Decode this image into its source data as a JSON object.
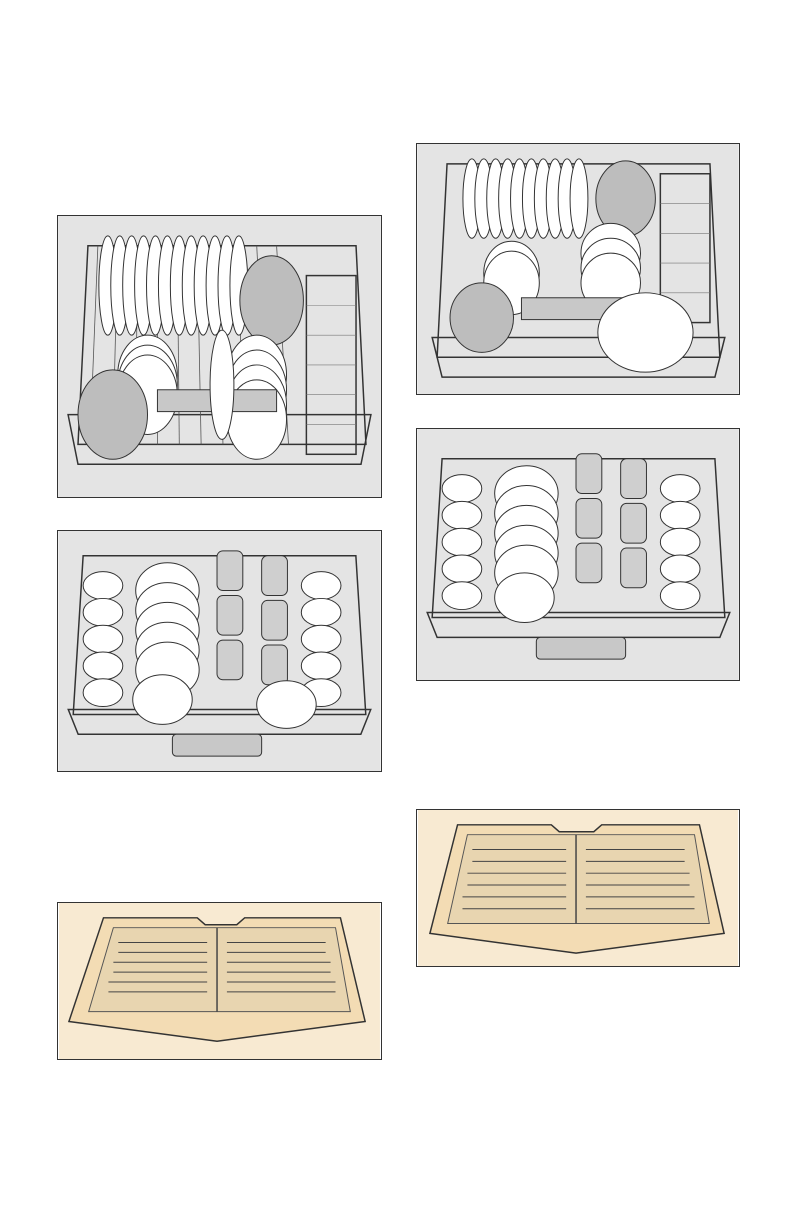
{
  "figures": [
    {
      "id": "fig-lower-a",
      "kind": "lower-rack",
      "illustration": "loaded-lower-rack-variant-a"
    },
    {
      "id": "fig-upper-a",
      "kind": "upper-rack",
      "illustration": "loaded-upper-rack-variant-a"
    },
    {
      "id": "fig-tray-a",
      "kind": "cutlery-tray",
      "illustration": "loaded-cutlery-tray-variant-a"
    },
    {
      "id": "fig-lower-b",
      "kind": "lower-rack",
      "illustration": "loaded-lower-rack-variant-b"
    },
    {
      "id": "fig-upper-b",
      "kind": "upper-rack",
      "illustration": "loaded-upper-rack-variant-b"
    },
    {
      "id": "fig-tray-b",
      "kind": "cutlery-tray",
      "illustration": "loaded-cutlery-tray-variant-b"
    }
  ],
  "colors": {
    "panel_gray": "#e4e4e4",
    "panel_tan": "#f8ead2",
    "outline": "#333333",
    "dish_white": "#ffffff",
    "bowl_gray": "#bdbdbd",
    "tray_tan": "#f3dcb4"
  }
}
